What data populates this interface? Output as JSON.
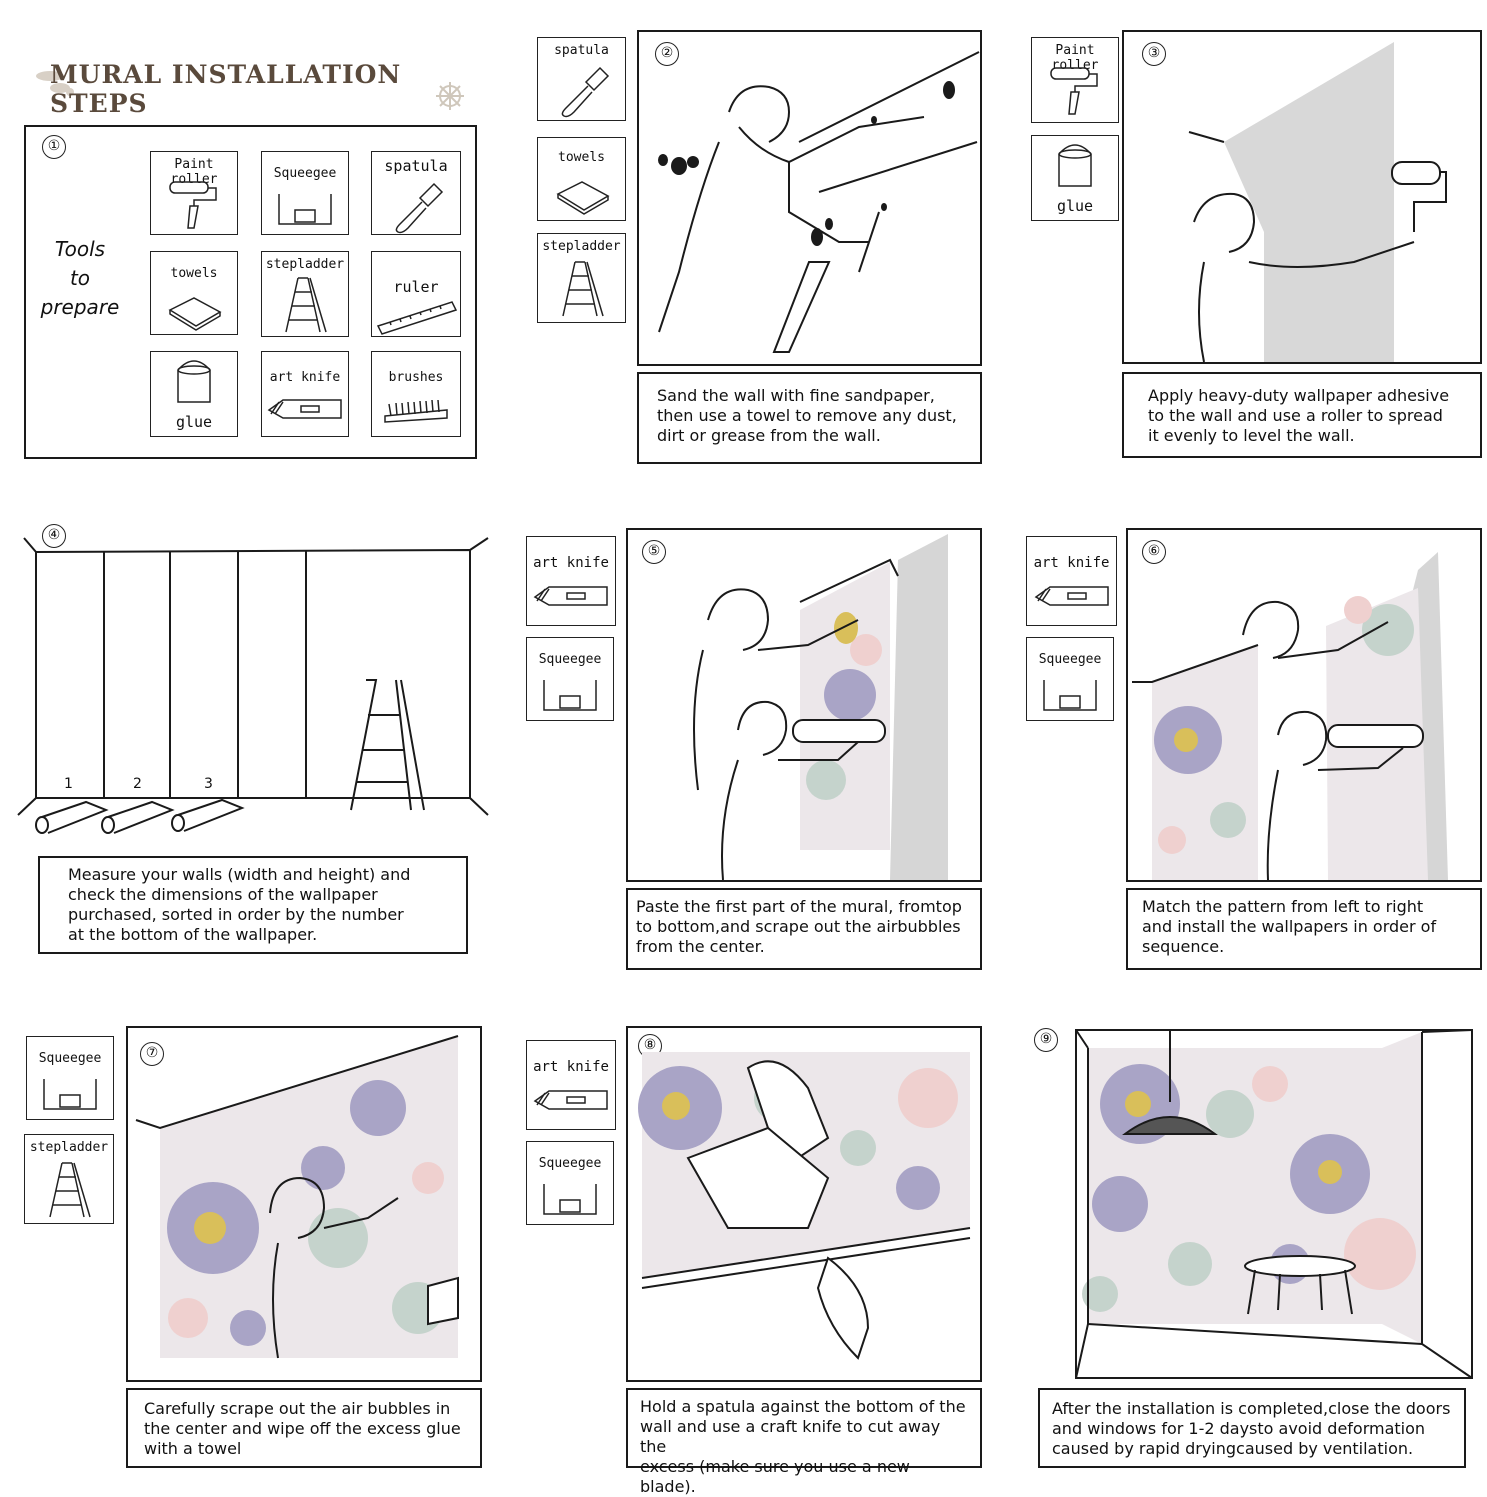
{
  "title": "MURAL INSTALLATION STEPS",
  "tools_heading": [
    "Tools",
    "to",
    "prepare"
  ],
  "tools": {
    "paint_roller": "Paint roller",
    "squeegee": "Squeegee",
    "spatula": "spatula",
    "towels": "towels",
    "stepladder": "stepladder",
    "ruler": "ruler",
    "glue": "glue",
    "art_knife": "art knife",
    "brushes": "brushes"
  },
  "steps": [
    {
      "number": "①"
    },
    {
      "number": "②",
      "caption": "Sand the wall with fine sandpaper,\nthen use a towel to remove any dust,\ndirt or grease from the wall."
    },
    {
      "number": "③",
      "caption": "Apply heavy-duty wallpaper adhesive\nto the wall and use a roller to spread\nit evenly to level the wall."
    },
    {
      "number": "④",
      "caption": "Measure your walls (width and height) and\ncheck the dimensions of the wallpaper\npurchased, sorted in order by the number\nat the bottom of the wallpaper."
    },
    {
      "number": "⑤",
      "caption": "Paste the first part of the mural, fromtop\n to bottom,and scrape out the airbubbles\n from the center."
    },
    {
      "number": "⑥",
      "caption": "Match the pattern from left to right\nand install the wallpapers in order of\n sequence."
    },
    {
      "number": "⑦",
      "caption": "Carefully scrape out the air bubbles in\nthe center and wipe off the excess glue\n with a towel"
    },
    {
      "number": "⑧",
      "caption": "Hold a spatula against the bottom of the\nwall and use a craft knife to cut away the\nexcess (make sure you use a new blade)."
    },
    {
      "number": "⑨",
      "caption": "After the installation is completed,close the doors\n and windows for 1-2 daysto avoid deformation\n caused by rapid dryingcaused by ventilation."
    }
  ],
  "roll_numbers": [
    "1",
    "2",
    "3"
  ],
  "colors": {
    "line": "#1a1a1a",
    "title": "#5a4a3c",
    "floral_bg": "#ece7ea",
    "petal_lavender": "#a9a4c6",
    "petal_pink": "#efd0cf",
    "leaf": "#c5d3cc",
    "flower_center": "#d9bf5a"
  }
}
